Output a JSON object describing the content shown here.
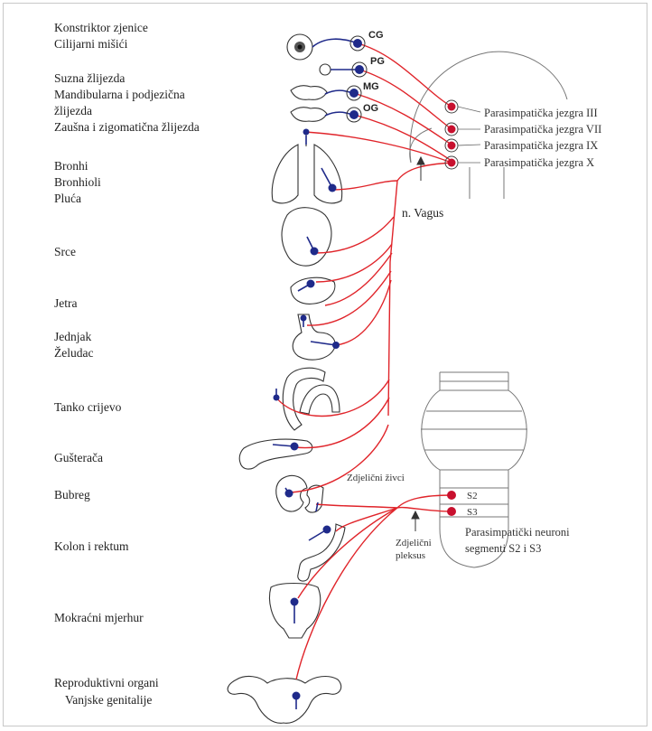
{
  "organ_labels": {
    "eye_1": "Konstriktor zjenice",
    "eye_2": "Cilijarni mišići",
    "lacrimal": "Suzna žlijezda",
    "salivary_1": "Mandibularna i podjezična",
    "salivary_2": "žlijezda",
    "parotid": "Zaušna i zigomatična žlijezda",
    "lungs_1": "Bronhi",
    "lungs_2": "Bronhioli",
    "lungs_3": "Pluća",
    "heart": "Srce",
    "liver": "Jetra",
    "stomach_1": "Jednjak",
    "stomach_2": "Želudac",
    "intestine": "Tanko crijevo",
    "pancreas": "Gušterača",
    "kidney": "Bubreg",
    "colon": "Kolon i rektum",
    "bladder": "Mokraćni mjerhur",
    "repro_1": "Reproduktivni organi",
    "repro_2": "Vanjske genitalije"
  },
  "ganglia": {
    "cg": "CG",
    "pg": "PG",
    "mg": "MG",
    "og": "OG"
  },
  "nuclei": {
    "n3": "Parasimpatička jezgra III",
    "n7": "Parasimpatička jezgra VII",
    "n9": "Parasimpatička jezgra IX",
    "n10": "Parasimpatička jezgra X"
  },
  "vagus": "n. Vagus",
  "pelvic_nerves": "Zdjelični živci",
  "pelvic_plexus_1": "Zdjelični",
  "pelvic_plexus_2": "pleksus",
  "segments": {
    "s2": "S2",
    "s3": "S3"
  },
  "sacral_1": "Parasimpatički neuroni",
  "sacral_2": "segmenti S2 i S3",
  "colors": {
    "preganglionic": "#e0242a",
    "postganglionic": "#1f2a8a",
    "nucleus": "#c8102e"
  }
}
